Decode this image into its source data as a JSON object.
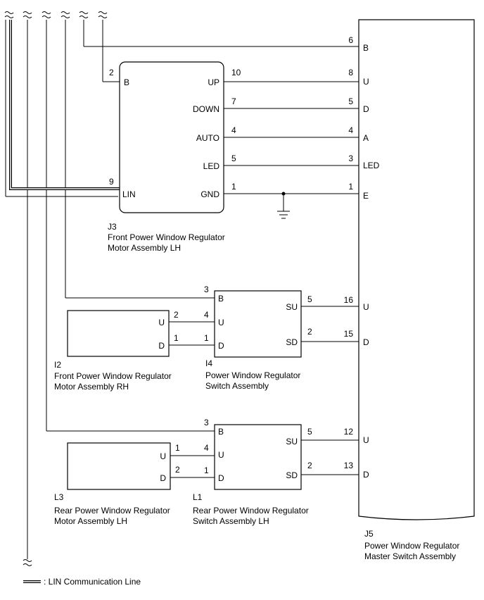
{
  "components": {
    "j3": {
      "code": "J3",
      "name_line1": "Front Power Window Regulator",
      "name_line2": "Motor Assembly LH",
      "pins": {
        "b": "B",
        "lin": "LIN",
        "up": "UP",
        "down": "DOWN",
        "auto": "AUTO",
        "led": "LED",
        "gnd": "GND"
      },
      "pin_nums": {
        "b": "2",
        "lin": "9",
        "up": "10",
        "down": "7",
        "auto": "4",
        "led": "5",
        "gnd": "1"
      }
    },
    "i2": {
      "code": "I2",
      "name_line1": "Front Power Window Regulator",
      "name_line2": "Motor Assembly RH",
      "pins": {
        "u": "U",
        "d": "D"
      },
      "pin_nums": {
        "u": "2",
        "d": "1"
      }
    },
    "i4": {
      "code": "I4",
      "name_line1": "Power Window Regulator",
      "name_line2": "Switch Assembly",
      "pins": {
        "b": "B",
        "u": "U",
        "d": "D",
        "su": "SU",
        "sd": "SD"
      },
      "pin_nums": {
        "b": "3",
        "u": "4",
        "d": "1",
        "su": "5",
        "sd": "2"
      }
    },
    "l3": {
      "code": "L3",
      "name_line1": "Rear Power Window Regulator",
      "name_line2": "Motor Assembly LH",
      "pins": {
        "u": "U",
        "d": "D"
      },
      "pin_nums": {
        "u": "1",
        "d": "2"
      }
    },
    "l1": {
      "code": "L1",
      "name_line1": "Rear Power Window Regulator",
      "name_line2": "Switch Assembly LH",
      "pins": {
        "b": "B",
        "u": "U",
        "d": "D",
        "su": "SU",
        "sd": "SD"
      },
      "pin_nums": {
        "b": "3",
        "u": "4",
        "d": "1",
        "su": "5",
        "sd": "2"
      }
    },
    "j5": {
      "code": "J5",
      "name_line1": "Power Window Regulator",
      "name_line2": "Master Switch Assembly",
      "pins": {
        "b": "B",
        "u1": "U",
        "d1": "D",
        "a": "A",
        "led": "LED",
        "e": "E",
        "u2": "U",
        "d2": "D",
        "u3": "U",
        "d3": "D"
      },
      "pin_nums": {
        "b": "6",
        "u1": "8",
        "d1": "5",
        "a": "4",
        "led": "3",
        "e": "1",
        "u2": "16",
        "d2": "15",
        "u3": "12",
        "d3": "13"
      }
    }
  },
  "legend": {
    "label": ": LIN Communication Line"
  }
}
